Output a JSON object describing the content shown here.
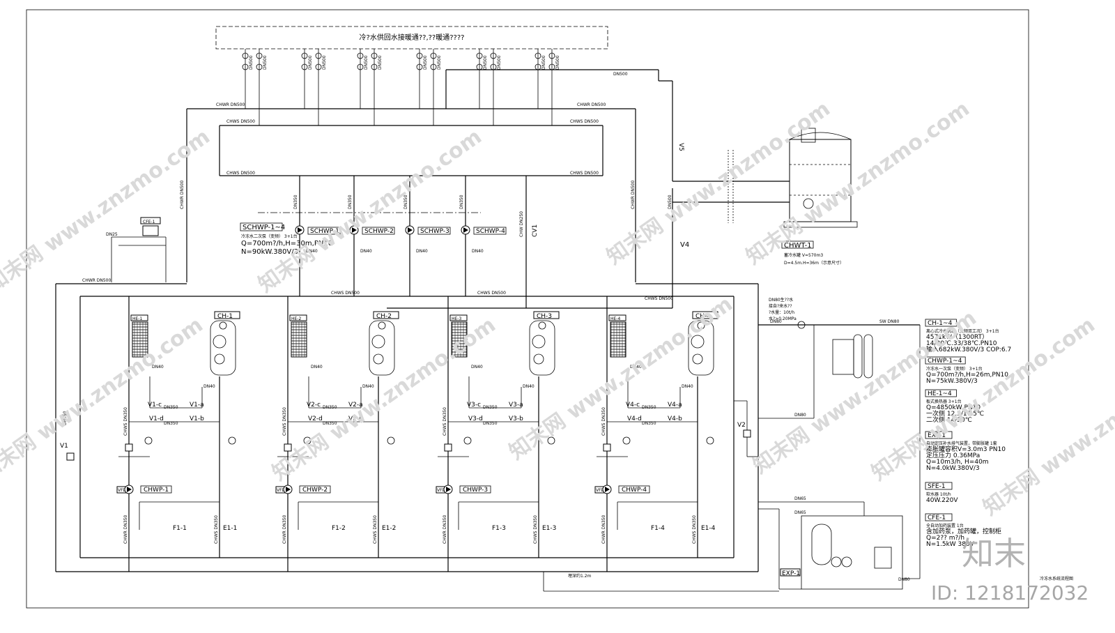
{
  "header_note": "冷?水供回水接暖通??,??暖通????",
  "pipe_labels": {
    "chwr": "CHWR DN500",
    "chws": "CHWS DN500",
    "dn500": "DN500",
    "dn25": "DN25",
    "dn80": "DN80",
    "dn65": "DN65",
    "sw": "SW DN80",
    "dn40": "DN40",
    "chws350": "CHWS DN350",
    "chwr350": "CHWR DN350",
    "dn250": "DN250",
    "chw250": "CHW DN250",
    "v4": "V4",
    "v5": "V5",
    "v2": "V2",
    "cv1": "CV1",
    "depth": "埋深约1.2m"
  },
  "units": [
    {
      "he": "HE-1",
      "ch": "CH-1",
      "pump": "CHWP-1",
      "f": "F1-1",
      "e": "E1-1",
      "va": "V1-a",
      "vb": "V1-b",
      "vc": "V1-c",
      "vd": "V1-d"
    },
    {
      "he": "HE-2",
      "ch": "CH-2",
      "pump": "CHWP-2",
      "f": "F1-2",
      "e": "E1-2",
      "va": "V2-a",
      "vb": "V2-b",
      "vc": "V2-c",
      "vd": "V2-d"
    },
    {
      "he": "HE-3",
      "ch": "CH-3",
      "pump": "CHWP-3",
      "f": "F1-3",
      "e": "E1-3",
      "va": "V3-a",
      "vb": "V3-b",
      "vc": "V3-c",
      "vd": "V3-d"
    },
    {
      "he": "HE-4",
      "ch": "CH-4",
      "pump": "CHWP-4",
      "f": "F1-4",
      "e": "E1-4",
      "va": "V4-a",
      "vb": "V4-b",
      "vc": "V4-c",
      "vd": "V4-d"
    }
  ],
  "secondary_pumps": [
    "SCHWP-1",
    "SCHWP-2",
    "SCHWP-3",
    "SCHWP-4"
  ],
  "schwp_spec": {
    "title": "SCHWP-1~4",
    "line1": "冷冻水二次泵（变频） 3+1台",
    "line2": "Q=700m?/h,H=30m,PN10",
    "line3": "N=90kW.380V/3"
  },
  "tank_spec": {
    "title": "CHWT-1",
    "line1": "蓄冷水罐 V=570m3",
    "line2": "D=4.5m.H=36m（示意尺寸）"
  },
  "cfe_label": "CFE-1",
  "makeup_note": {
    "line1": "DN80生??水",
    "line2": "接自?来水??",
    "line3": "?水量：10t/h",
    "line4": "水?>0.20MPa"
  },
  "specs": [
    {
      "title": "CH-1~4",
      "lines": [
        "离心式冷水机组（变频双工况） 3+1台",
        "4571kW（1300RT）",
        "14/20℃.33/38℃.PN10",
        "输入682kW.380V/3  COP:6.7"
      ]
    },
    {
      "title": "CHWP-1~4",
      "lines": [
        "冷冻水一次泵（变频） 3+1台",
        "Q=700m?/h,H=26m,PN10",
        "N=75kW.380V/3"
      ]
    },
    {
      "title": "HE-1~4",
      "lines": [
        "板式换热器 3+1台",
        "Q=4850kW,PN10",
        "一次侧 12.5/17.5℃",
        "二次侧 14/20℃"
      ]
    },
    {
      "title": "EXP-1",
      "lines": [
        "自动定压补水排气装置，带膨胀罐 1套",
        "膨胀罐容积V=3.0m3 PN10",
        "定压压力 0.36MPa",
        "Q=10m3/h, H=40m",
        "N=4.0kW.380V/3"
      ]
    },
    {
      "title": "SFE-1",
      "lines": [
        "软水器 10t/h",
        "40W.220V"
      ]
    },
    {
      "title": "CFE-1",
      "lines": [
        "全自动加药装置 1台",
        "含加药泵，加药罐，控制柜",
        "Q=2?? m?/h",
        "N=1.5kW 380V"
      ]
    }
  ],
  "exp_label": "EXP-1",
  "bottom_title": "冷冻水系统流程图",
  "watermark": {
    "text": "知末网 www.znzmo.com",
    "logo": "知末",
    "id": "ID: 1218172032"
  }
}
